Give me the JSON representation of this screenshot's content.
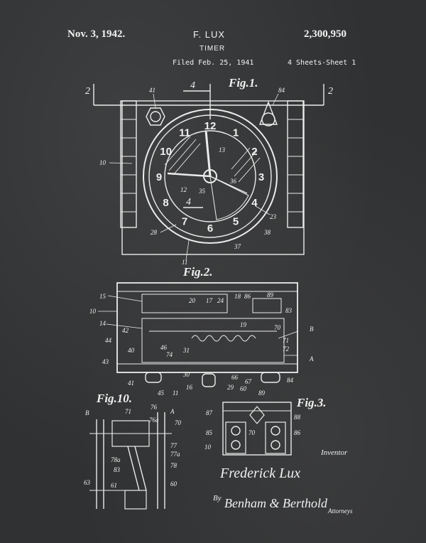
{
  "header": {
    "date": "Nov. 3, 1942.",
    "inventor": "F. LUX",
    "patent_number": "2,300,950",
    "title": "TIMER",
    "filed": "Filed Feb. 25, 1941",
    "sheets": "4 Sheets-Sheet 1"
  },
  "figures": {
    "fig1": "Fig.1.",
    "fig2": "Fig.2.",
    "fig3": "Fig.3.",
    "fig10": "Fig.10."
  },
  "dial_numbers": [
    "12",
    "1",
    "2",
    "3",
    "4",
    "5",
    "6",
    "7",
    "8",
    "9",
    "10",
    "11"
  ],
  "section_marks": {
    "left": "2",
    "right": "2",
    "top": "4",
    "lower": "4"
  },
  "ref_labels": {
    "fig1": [
      "41",
      "84",
      "10",
      "13",
      "12",
      "35",
      "36",
      "23",
      "28",
      "37",
      "38",
      "11"
    ],
    "fig2": [
      "15",
      "10",
      "14",
      "42",
      "44",
      "40",
      "43",
      "41",
      "45",
      "11",
      "16",
      "30",
      "29",
      "60",
      "66",
      "67",
      "84",
      "20",
      "17",
      "24",
      "18",
      "86",
      "89",
      "83",
      "19",
      "70",
      "B",
      "71",
      "72",
      "A",
      "46",
      "74",
      "31"
    ],
    "fig3": [
      "89",
      "87",
      "88",
      "85",
      "70",
      "86",
      "10"
    ],
    "fig10": [
      "B",
      "71",
      "76",
      "76a",
      "A",
      "70",
      "77",
      "77a",
      "78a",
      "83",
      "78",
      "63",
      "61",
      "60"
    ]
  },
  "signature": {
    "caption": "Inventor",
    "inventor_signature": "Frederick Lux",
    "by": "By",
    "attorney_signature": "Benham & Berthold",
    "attorneys": "Attorneys"
  }
}
